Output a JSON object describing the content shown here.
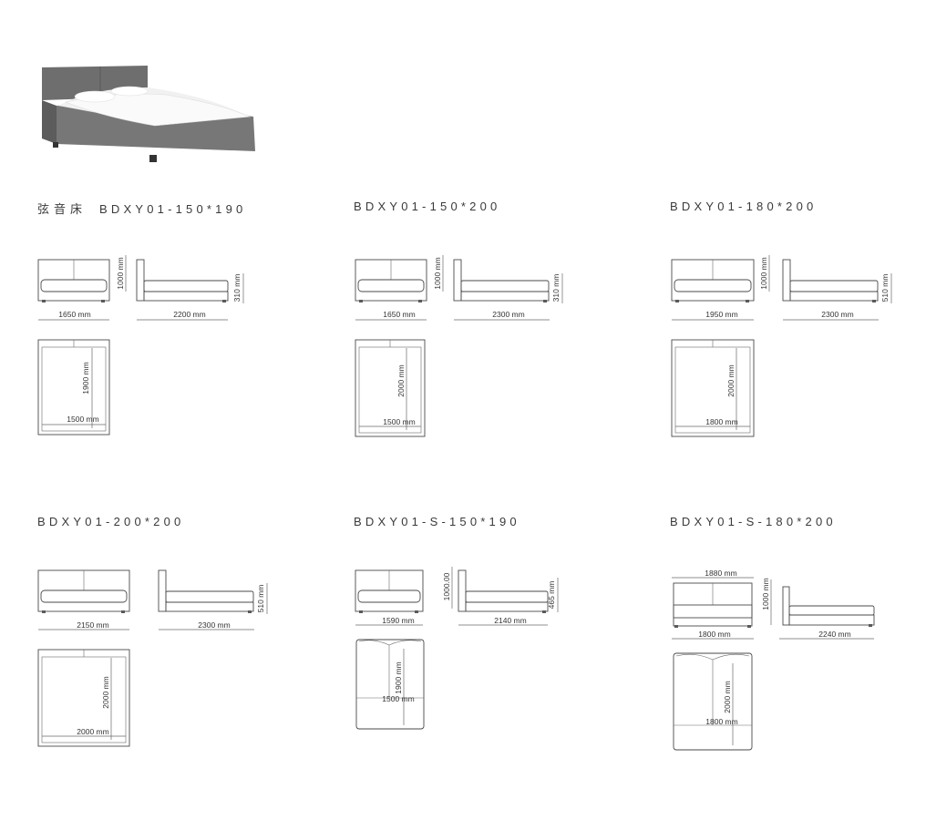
{
  "product_name": "弦音床",
  "models": [
    {
      "code": "BDXY01-150*190",
      "front_width": "1650 mm",
      "height": "1000 mm",
      "side_length": "2200 mm",
      "side_height": "310 mm",
      "plan_length": "1900 mm",
      "plan_width": "1500 mm"
    },
    {
      "code": "BDXY01-150*200",
      "front_width": "1650 mm",
      "height": "1000 mm",
      "side_length": "2300 mm",
      "side_height": "310 mm",
      "plan_length": "2000 mm",
      "plan_width": "1500 mm"
    },
    {
      "code": "BDXY01-180*200",
      "front_width": "1950 mm",
      "height": "1000 mm",
      "side_length": "2300 mm",
      "side_height": "510 mm",
      "plan_length": "2000 mm",
      "plan_width": "1800 mm"
    },
    {
      "code": "BDXY01-200*200",
      "front_width": "2150 mm",
      "side_length": "2300 mm",
      "side_height": "510 mm",
      "plan_length": "2000 mm",
      "plan_width": "2000 mm"
    },
    {
      "code": "BDXY01-S-150*190",
      "front_width": "1590 mm",
      "height": "1000.00",
      "side_length": "2140 mm",
      "side_height": "465 mm",
      "plan_length": "1900 mm",
      "plan_width": "1500 mm"
    },
    {
      "code": "BDXY01-S-180*200",
      "top_width": "1880 mm",
      "front_width": "1800 mm",
      "height": "1000 mm",
      "side_length": "2240 mm",
      "plan_length": "2000 mm",
      "plan_width": "1800 mm"
    }
  ]
}
